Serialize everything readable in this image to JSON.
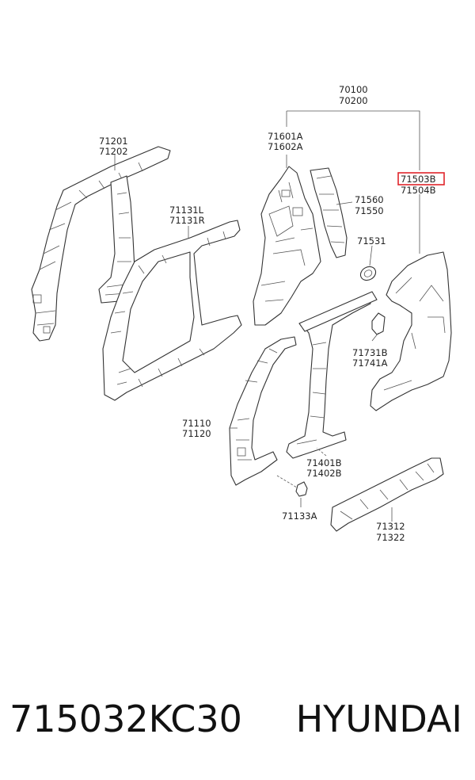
{
  "labels": {
    "l70100": "70100",
    "l70200": "70200",
    "l71201": "71201",
    "l71202": "71202",
    "l71601A": "71601A",
    "l71602A": "71602A",
    "l71503B": "71503B",
    "l71504B": "71504B",
    "l71131L": "71131L",
    "l71131R": "71131R",
    "l71560": "71560",
    "l71550": "71550",
    "l71531": "71531",
    "l71731B": "71731B",
    "l71741A": "71741A",
    "l71110": "71110",
    "l71120": "71120",
    "l71401B": "71401B",
    "l71402B": "71402B",
    "l71133A": "71133A",
    "l71312": "71312",
    "l71322": "71322"
  },
  "highlight_color": "#e0252b",
  "footer": {
    "part_number": "715032KC30",
    "brand": "HYUNDAI"
  }
}
